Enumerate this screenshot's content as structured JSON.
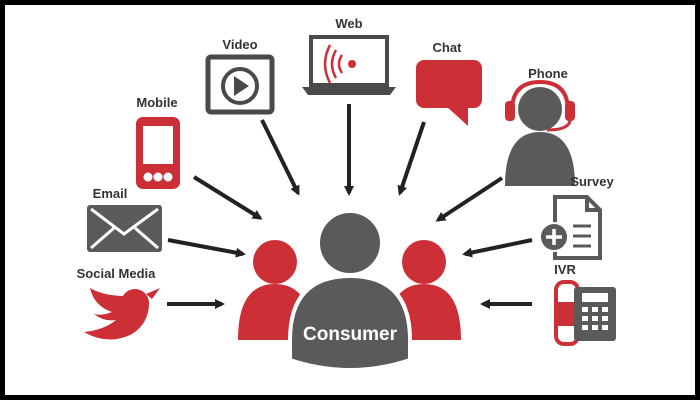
{
  "colors": {
    "red": "#cc2f36",
    "gray": "#5a5a5a",
    "dark": "#333333",
    "white": "#ffffff"
  },
  "labels": {
    "video": "Video",
    "web": "Web",
    "chat": "Chat",
    "phone": "Phone",
    "mobile": "Mobile",
    "email": "Email",
    "survey": "Survey",
    "social_media": "Social Media",
    "ivr": "IVR",
    "consumer": "Consumer"
  },
  "icons": {
    "video": "play-screen-icon",
    "web": "laptop-wifi-icon",
    "chat": "speech-bubble-icon",
    "phone": "headset-agent-icon",
    "mobile": "mobile-phone-icon",
    "email": "envelope-icon",
    "survey": "document-plus-icon",
    "social_media": "twitter-bird-icon",
    "ivr": "desk-phone-icon"
  }
}
